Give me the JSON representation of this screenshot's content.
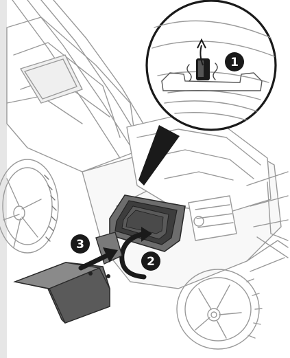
{
  "figure": {
    "kind": "assembly-instruction-illustration",
    "subject": "lawn-mower-mulching-plug-installation",
    "colors": {
      "line": "#2b2b2b",
      "light_line": "#9a9a9a",
      "part_fill": "#6d6d6d",
      "part_dark": "#3d3d3d",
      "badge": "#1a1a1a",
      "left_strip": "#e6e6e6"
    },
    "icons": [
      "lever-icon",
      "magnifier-inset",
      "curved-arrow-icon",
      "straight-arrow-icon"
    ]
  },
  "steps": [
    {
      "number": "1"
    },
    {
      "number": "2"
    },
    {
      "number": "3"
    }
  ]
}
